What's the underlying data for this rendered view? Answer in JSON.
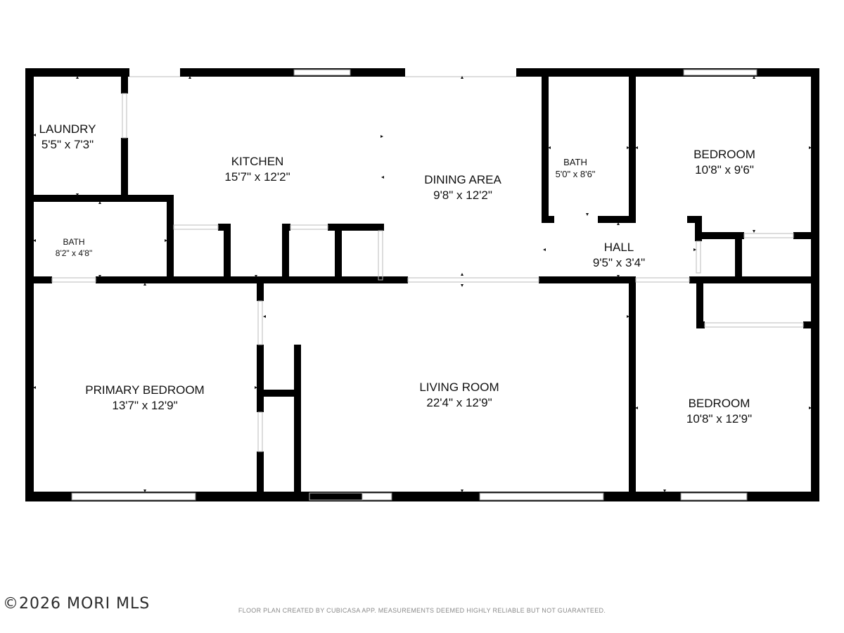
{
  "rooms": {
    "laundry": {
      "name": "LAUNDRY",
      "dim": "5'5\" x 7'3\""
    },
    "kitchen": {
      "name": "KITCHEN",
      "dim": "15'7\" x 12'2\""
    },
    "dining": {
      "name": "DINING AREA",
      "dim": "9'8\" x 12'2\""
    },
    "bath_top": {
      "name": "BATH",
      "dim": "5'0\" x 8'6\""
    },
    "bedroom_top": {
      "name": "BEDROOM",
      "dim": "10'8\" x 9'6\""
    },
    "bath_left": {
      "name": "BATH",
      "dim": "8'2\" x 4'8\""
    },
    "hall": {
      "name": "HALL",
      "dim": "9'5\" x 3'4\""
    },
    "primary_bedroom": {
      "name": "PRIMARY BEDROOM",
      "dim": "13'7\" x 12'9\""
    },
    "living_room": {
      "name": "LIVING ROOM",
      "dim": "22'4\" x 12'9\""
    },
    "bedroom_bottom": {
      "name": "BEDROOM",
      "dim": "10'8\" x 12'9\""
    }
  },
  "watermark": "©2026 MORI MLS",
  "footer": "FLOOR PLAN CREATED BY CUBICASA APP. MEASUREMENTS DEEMED HIGHLY RELIABLE BUT NOT GUARANTEED.",
  "colors": {
    "wall": "#000000",
    "opening": "#ffffff",
    "window_line": "#9a9a9a",
    "text": "#111111"
  }
}
